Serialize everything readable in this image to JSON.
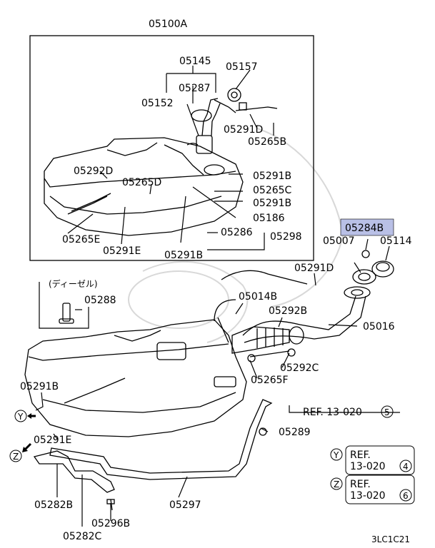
{
  "labels": {
    "l05100A": "05100A",
    "l05145": "05145",
    "l05157": "05157",
    "l05287": "05287",
    "l05152": "05152",
    "l05291D_top": "05291D",
    "l05265B": "05265B",
    "l05292D": "05292D",
    "l05265D": "05265D",
    "l05291B_r1": "05291B",
    "l05265C": "05265C",
    "l05291B_r2": "05291B",
    "l05186": "05186",
    "l05265E": "05265E",
    "l05291E_box": "05291E",
    "l05286": "05286",
    "l05298": "05298",
    "l05291B_box": "05291B",
    "l05284B": "05284B",
    "l05007": "05007",
    "l05114": "05114",
    "l05291D_mid": "05291D",
    "diesel": "(ディーゼル)",
    "l05288": "05288",
    "l05014B": "05014B",
    "l05292B": "05292B",
    "l05016": "05016",
    "l05292C": "05292C",
    "l05265F": "05265F",
    "l05291B_low": "05291B",
    "ref13020_5": "REF. 13-020",
    "ref5_num": "5",
    "l05289": "05289",
    "l05291E_low": "05291E",
    "l05282B": "05282B",
    "l05297": "05297",
    "l05296B": "05296B",
    "l05282C": "05282C",
    "y_letter": "Y",
    "z_letter": "Z",
    "refY_line1": "REF.",
    "refY_line2": "13-020",
    "refY_num": "4",
    "refZ_line1": "REF.",
    "refZ_line2": "13-020",
    "refZ_num": "6",
    "code": "3LC1C21"
  },
  "colors": {
    "highlight": "#b9c0e6",
    "ink": "#000000"
  }
}
